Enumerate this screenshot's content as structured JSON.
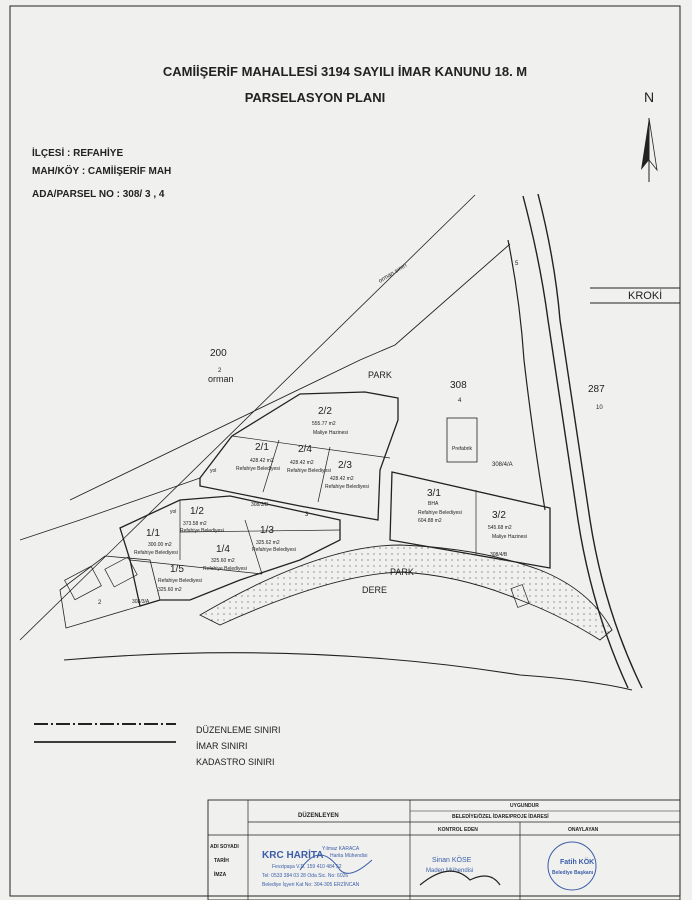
{
  "title": {
    "line1": "CAMİİŞERİF MAHALLESİ 3194 SAYILI İMAR KANUNU 18. M",
    "line2": "PARSELASYON PLANI"
  },
  "info": {
    "ilce": "İLÇESİ : REFAHİYE",
    "mah": "MAH/KÖY : CAMİİŞERİF MAH",
    "ada": "ADA/PARSEL NO : 308/ 3 , 4"
  },
  "north": {
    "label": "N"
  },
  "kroki": {
    "label": "KROKİ"
  },
  "map": {
    "labels": {
      "orman_sinir": "orman sınırı",
      "p200": "200",
      "p200_sub": "2",
      "p200_orman": "orman",
      "park1": "PARK",
      "p308": "308",
      "p308_sub": "4",
      "p287": "287",
      "p287_sub": "10",
      "n5": "5",
      "prefabrik": "Prefabrik",
      "p308_4a": "308/4/A",
      "p308_3b": "308/3/B",
      "n3": "3",
      "p308_4b": "308/4/B",
      "park2": "PARK",
      "dere": "DERE",
      "p308_3a": "308/3/A",
      "n2": "2",
      "yol": "yol",
      "yol2": "yol"
    },
    "parcels": [
      {
        "id": "2/2",
        "area": "555.77 m2",
        "owner": "Maliye Hazinesi"
      },
      {
        "id": "2/1",
        "area": "428.42 m2",
        "owner": "Refahiye Belediyesi"
      },
      {
        "id": "2/4",
        "area": "428.42 m2",
        "owner": "Refahiye Belediyesi"
      },
      {
        "id": "2/3",
        "area": "428.42 m2",
        "owner": "Refahiye Belediyesi"
      },
      {
        "id": "3/1",
        "sub": "BHA",
        "owner": "Refahiye Belediyesi",
        "area": "604.88 m2"
      },
      {
        "id": "3/2",
        "area": "545.68 m2",
        "owner": "Maliye Hazinesi"
      },
      {
        "id": "1/2",
        "area": "373.58 m2",
        "owner": "Refahiye Belediyesi"
      },
      {
        "id": "1/1",
        "area": "300.00 m2",
        "owner": "Refahiye Belediyesi"
      },
      {
        "id": "1/3",
        "area": "325.62 m2",
        "owner": "Refahiye Belediyesi"
      },
      {
        "id": "1/4",
        "area": "325.60 m2",
        "owner": "Refahiye Belediyesi"
      },
      {
        "id": "1/5",
        "owner": "Refahiye Belediyesi",
        "area": "325.60 m2"
      }
    ]
  },
  "legend": {
    "duzenleme": "DÜZENLEME SINIRI",
    "imar": "İMAR SINIRI",
    "kadastro": "KADASTRO SINIRI"
  },
  "signature": {
    "duzenleyen": "DÜZENLEYEN",
    "uygundur": "UYGUNDUR",
    "belediye": "BELEDİYE/ÖZEL İDARE/PROJE İDARESİ",
    "kontrol": "KONTROL EDEN",
    "onaylayan": "ONAYLAYAN",
    "adi_soyadi": "ADI SOYADI",
    "tarih": "TARİH",
    "imza": "İMZA",
    "firm": "KRC HARİTA",
    "name1": "Yılmaz KARACA",
    "title1": "Harita Mühendisi",
    "addr1": "Fevzipaşa V.D. 159 410 484 52",
    "addr2": "Tel: 0533 384 03 28 Oda Sic. No: 6026",
    "addr3": "Belediye İşyeri Kat No: 304-305 ERZİNCAN",
    "name2": "Sinan KÖSE",
    "title2": "Maden Mühendisi",
    "name3": "Fatih KÖK",
    "title3": "Belediye Başkanı"
  },
  "colors": {
    "paper": "#f0f0ee",
    "ink": "#222222",
    "stamp": "#3b5ea8"
  }
}
